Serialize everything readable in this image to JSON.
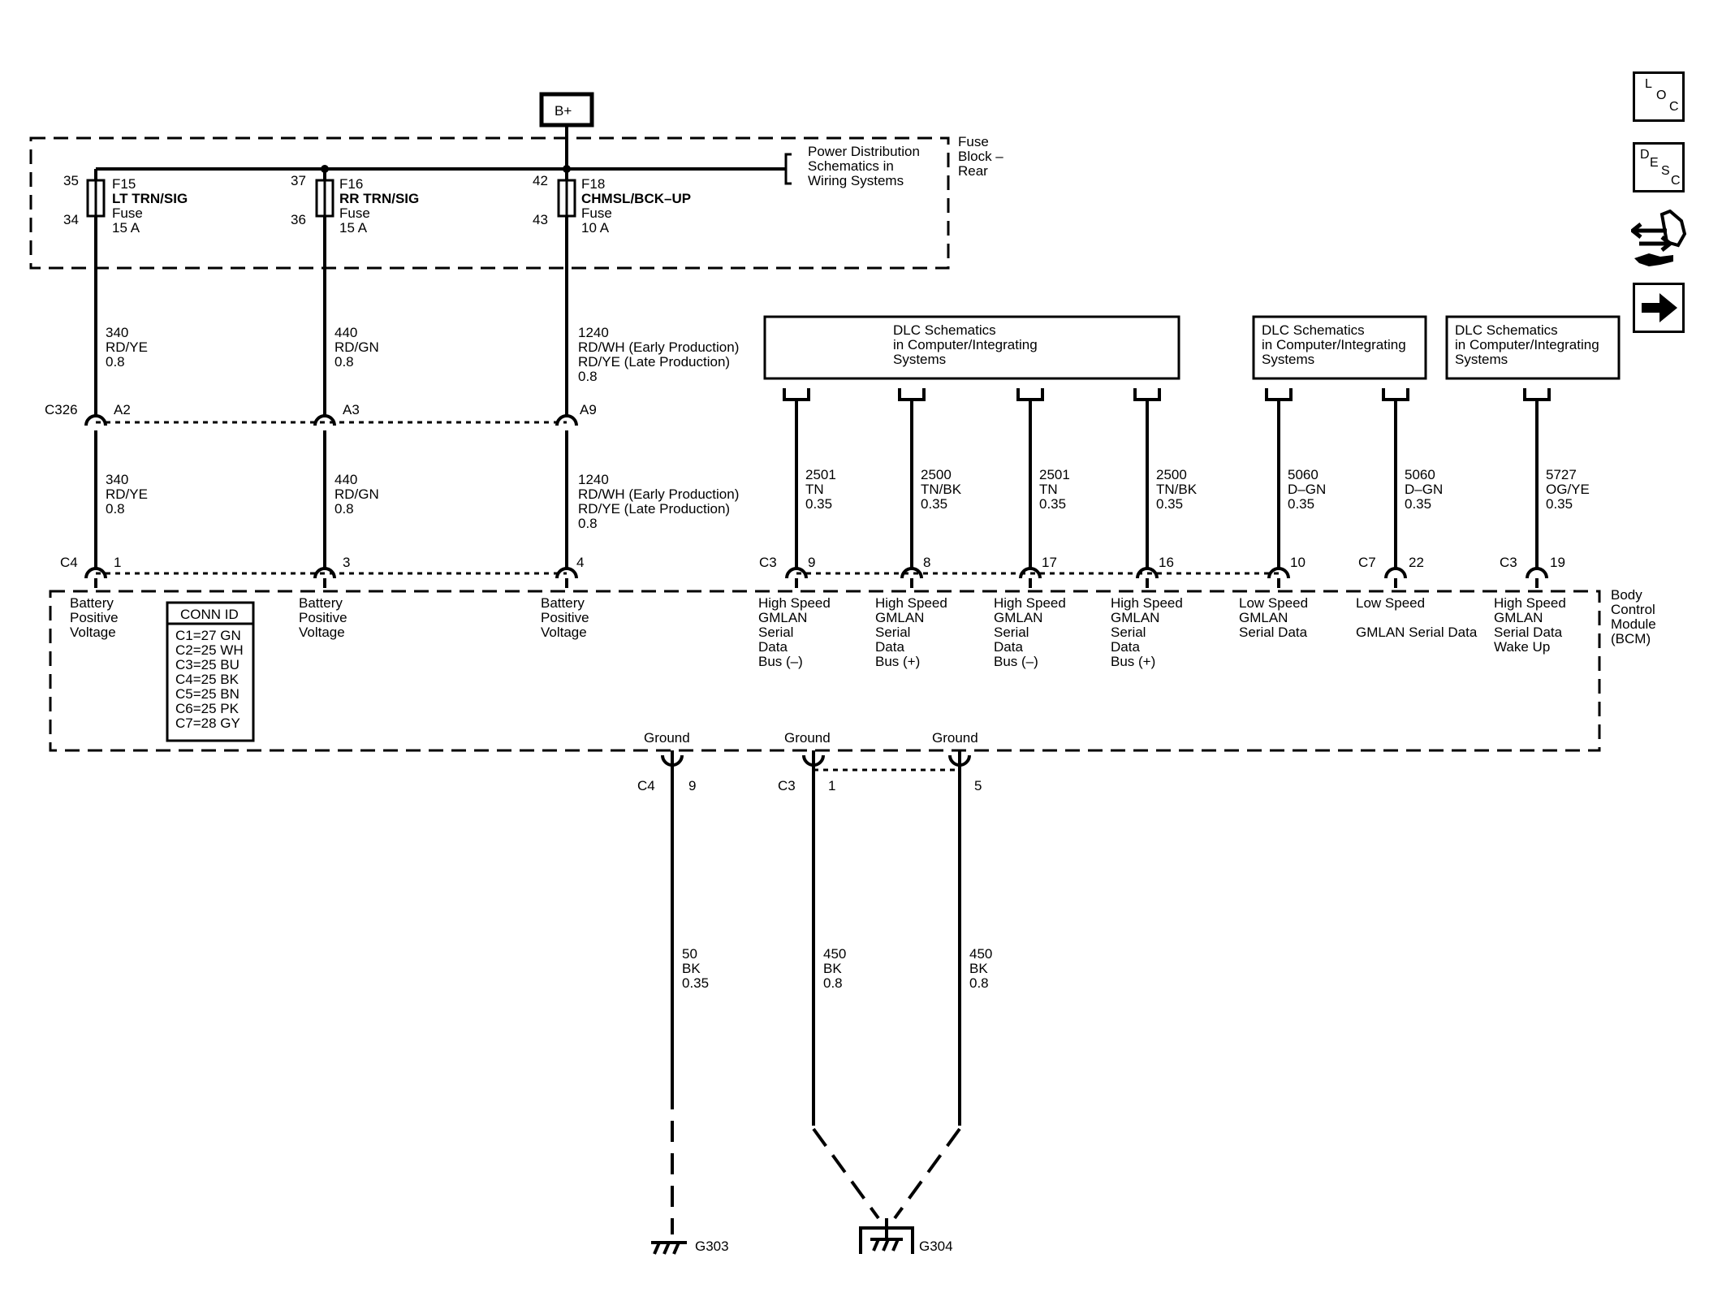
{
  "power": {
    "label": "B+"
  },
  "fuse_block": {
    "name_lines": [
      "Fuse",
      "Block –",
      "Rear"
    ],
    "ref_lines": [
      "Power Distribution",
      "Schematics in",
      "Wiring Systems"
    ],
    "fuses": [
      {
        "pin_top": "35",
        "pin_bottom": "34",
        "name": "F15",
        "circuit": "LT TRN/SIG",
        "type": "Fuse",
        "rating": "15 A"
      },
      {
        "pin_top": "37",
        "pin_bottom": "36",
        "name": "F16",
        "circuit": "RR TRN/SIG",
        "type": "Fuse",
        "rating": "15 A"
      },
      {
        "pin_top": "42",
        "pin_bottom": "43",
        "name": "F18",
        "circuit": "CHMSL/BCK–UP",
        "type": "Fuse",
        "rating": "10 A"
      }
    ]
  },
  "upper_wires": [
    {
      "lines": [
        "340",
        "RD/YE",
        "0.8"
      ]
    },
    {
      "lines": [
        "440",
        "RD/GN",
        "0.8"
      ]
    },
    {
      "lines": [
        "1240",
        "RD/WH (Early Production)",
        "RD/YE (Late Production)",
        "0.8"
      ]
    }
  ],
  "inline_connector": {
    "id": "C326",
    "pins": [
      "A2",
      "A3",
      "A9"
    ]
  },
  "lower_wires": [
    {
      "lines": [
        "340",
        "RD/YE",
        "0.8"
      ]
    },
    {
      "lines": [
        "440",
        "RD/GN",
        "0.8"
      ]
    },
    {
      "lines": [
        "1240",
        "RD/WH (Early Production)",
        "RD/YE (Late Production)",
        "0.8"
      ]
    }
  ],
  "dlc_boxes": [
    {
      "lines": [
        "DLC Schematics",
        "in Computer/Integrating",
        "Systems"
      ]
    },
    {
      "lines": [
        "DLC Schematics",
        "in Computer/Integrating",
        "Systems"
      ]
    },
    {
      "lines": [
        "DLC Schematics",
        "in Computer/Integrating",
        "Systems"
      ]
    }
  ],
  "data_wires": [
    {
      "lines": [
        "2501",
        "TN",
        "0.35"
      ]
    },
    {
      "lines": [
        "2500",
        "TN/BK",
        "0.35"
      ]
    },
    {
      "lines": [
        "2501",
        "TN",
        "0.35"
      ]
    },
    {
      "lines": [
        "2500",
        "TN/BK",
        "0.35"
      ]
    },
    {
      "lines": [
        "5060",
        "D–GN",
        "0.35"
      ]
    },
    {
      "lines": [
        "5060",
        "D–GN",
        "0.35"
      ]
    },
    {
      "lines": [
        "5727",
        "OG/YE",
        "0.35"
      ]
    }
  ],
  "bcm": {
    "name_lines": [
      "Body",
      "Control",
      "Module",
      "(BCM)"
    ],
    "pins": [
      {
        "conn": "C4",
        "pin": "1",
        "label": [
          "Battery",
          "Positive",
          "Voltage"
        ]
      },
      {
        "conn": "",
        "pin": "3",
        "label": [
          "Battery",
          "Positive",
          "Voltage"
        ]
      },
      {
        "conn": "",
        "pin": "4",
        "label": [
          "Battery",
          "Positive",
          "Voltage"
        ]
      },
      {
        "conn": "C3",
        "pin": "9",
        "label": [
          "High Speed",
          "GMLAN",
          "Serial",
          "Data",
          "Bus (–)"
        ]
      },
      {
        "conn": "",
        "pin": "8",
        "label": [
          "High Speed",
          "GMLAN",
          "Serial",
          "Data",
          "Bus (+)"
        ]
      },
      {
        "conn": "",
        "pin": "17",
        "label": [
          "High Speed",
          "GMLAN",
          "Serial",
          "Data",
          "Bus (–)"
        ]
      },
      {
        "conn": "",
        "pin": "16",
        "label": [
          "High Speed",
          "GMLAN",
          "Serial",
          "Data",
          "Bus (+)"
        ]
      },
      {
        "conn": "",
        "pin": "10",
        "label": [
          "Low Speed",
          "GMLAN",
          "Serial Data"
        ]
      },
      {
        "conn": "C7",
        "pin": "22",
        "label": [
          "Low Speed",
          "GMLAN Serial Data"
        ]
      },
      {
        "conn": "C3",
        "pin": "19",
        "label": [
          "High Speed",
          "GMLAN",
          "Serial Data",
          "Wake Up"
        ]
      }
    ],
    "conn_id": {
      "title": "CONN ID",
      "rows": [
        "C1=27 GN",
        "C2=25 WH",
        "C3=25 BU",
        "C4=25 BK",
        "C5=25 BN",
        "C6=25 PK",
        "C7=28 GY"
      ]
    },
    "grounds": [
      {
        "label": "Ground",
        "conn": "C4",
        "pin": "9"
      },
      {
        "label": "Ground",
        "conn": "C3",
        "pin": "1"
      },
      {
        "label": "Ground",
        "conn": "",
        "pin": "5"
      }
    ]
  },
  "ground_wires": [
    {
      "lines": [
        "50",
        "BK",
        "0.35"
      ]
    },
    {
      "lines": [
        "450",
        "BK",
        "0.8"
      ]
    },
    {
      "lines": [
        "450",
        "BK",
        "0.8"
      ]
    }
  ],
  "ground_points": [
    "G303",
    "G304"
  ],
  "side_buttons": {
    "loc": {
      "l1": "L",
      "l2": "O",
      "l3": "C",
      "icon": "location-icon"
    },
    "desc": {
      "l1": "D",
      "l2": "E",
      "l3": "S",
      "l4": "C",
      "icon": "description-icon"
    },
    "conn": {
      "icon": "connector-view-icon"
    },
    "next": {
      "icon": "arrow-right-icon"
    }
  }
}
